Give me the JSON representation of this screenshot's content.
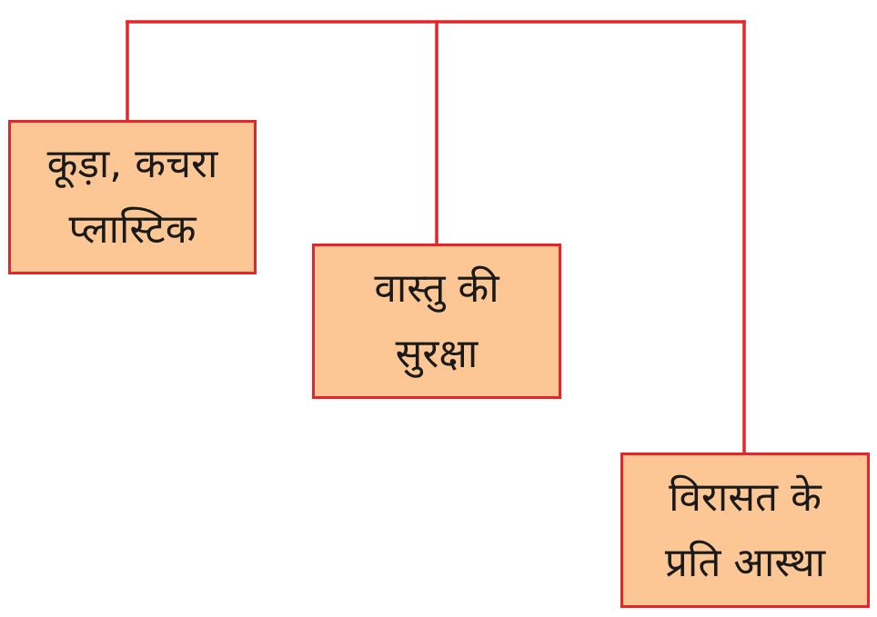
{
  "diagram": {
    "colors": {
      "line": "#e4262b",
      "box_fill": "#fcc795",
      "box_border": "#e4262b",
      "text": "#1a1a1a"
    },
    "boxes": [
      {
        "line1": "कूड़ा, कचरा",
        "line2": "प्लास्टिक"
      },
      {
        "line1": "वास्तु की",
        "line2": "सुरक्षा"
      },
      {
        "line1": "विरासत के",
        "line2": "प्रति आस्था"
      }
    ]
  }
}
